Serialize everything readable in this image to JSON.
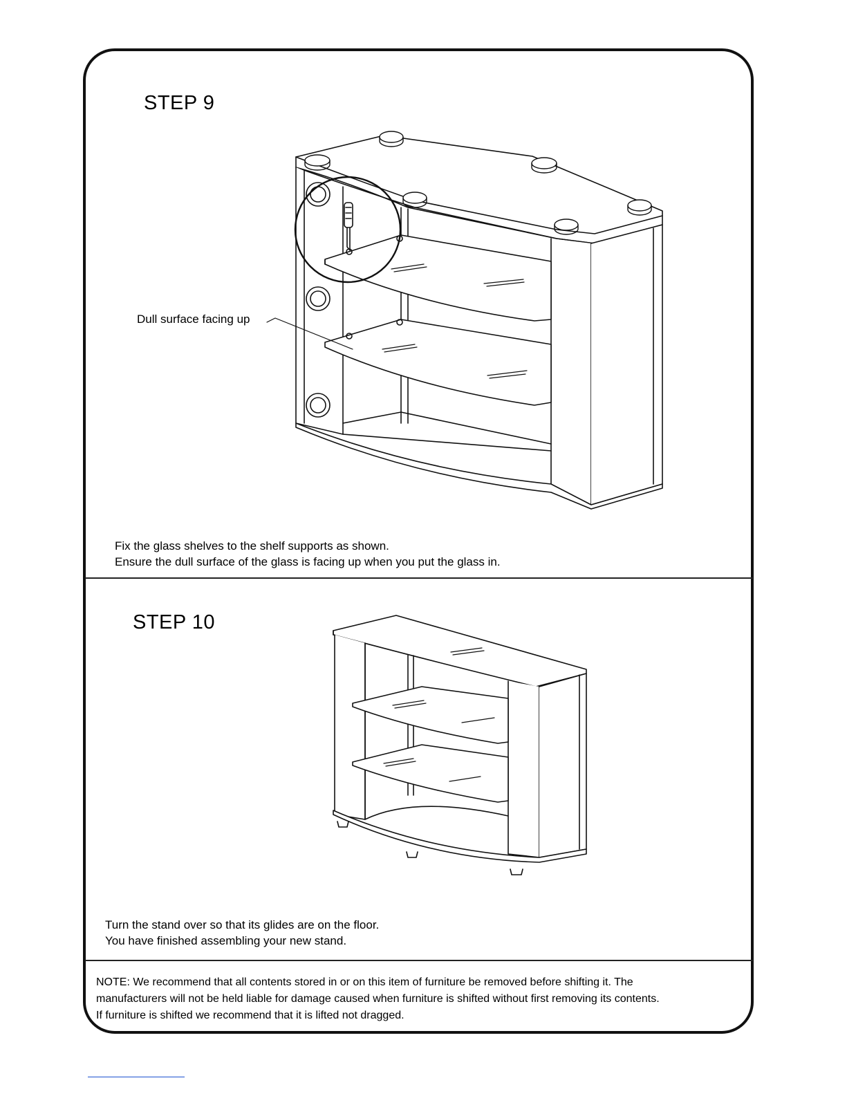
{
  "step9": {
    "title": "STEP 9",
    "callout": "Dull surface facing up",
    "instructions": [
      "Fix the glass shelves to the shelf supports as shown.",
      "Ensure the dull surface of the glass is facing up when you put the glass in."
    ]
  },
  "step10": {
    "title": "STEP 10",
    "instructions": [
      "Turn the stand over so that its glides are on the floor.",
      "You have finished assembling your new stand."
    ]
  },
  "note": {
    "lines": [
      "NOTE: We recommend that all contents stored in or on this item of furniture be removed before shifting it. The",
      "manufacturers will not be held liable for damage caused when furniture is shifted without first removing its contents.",
      "If furniture is shifted we recommend that it is lifted not dragged."
    ]
  }
}
